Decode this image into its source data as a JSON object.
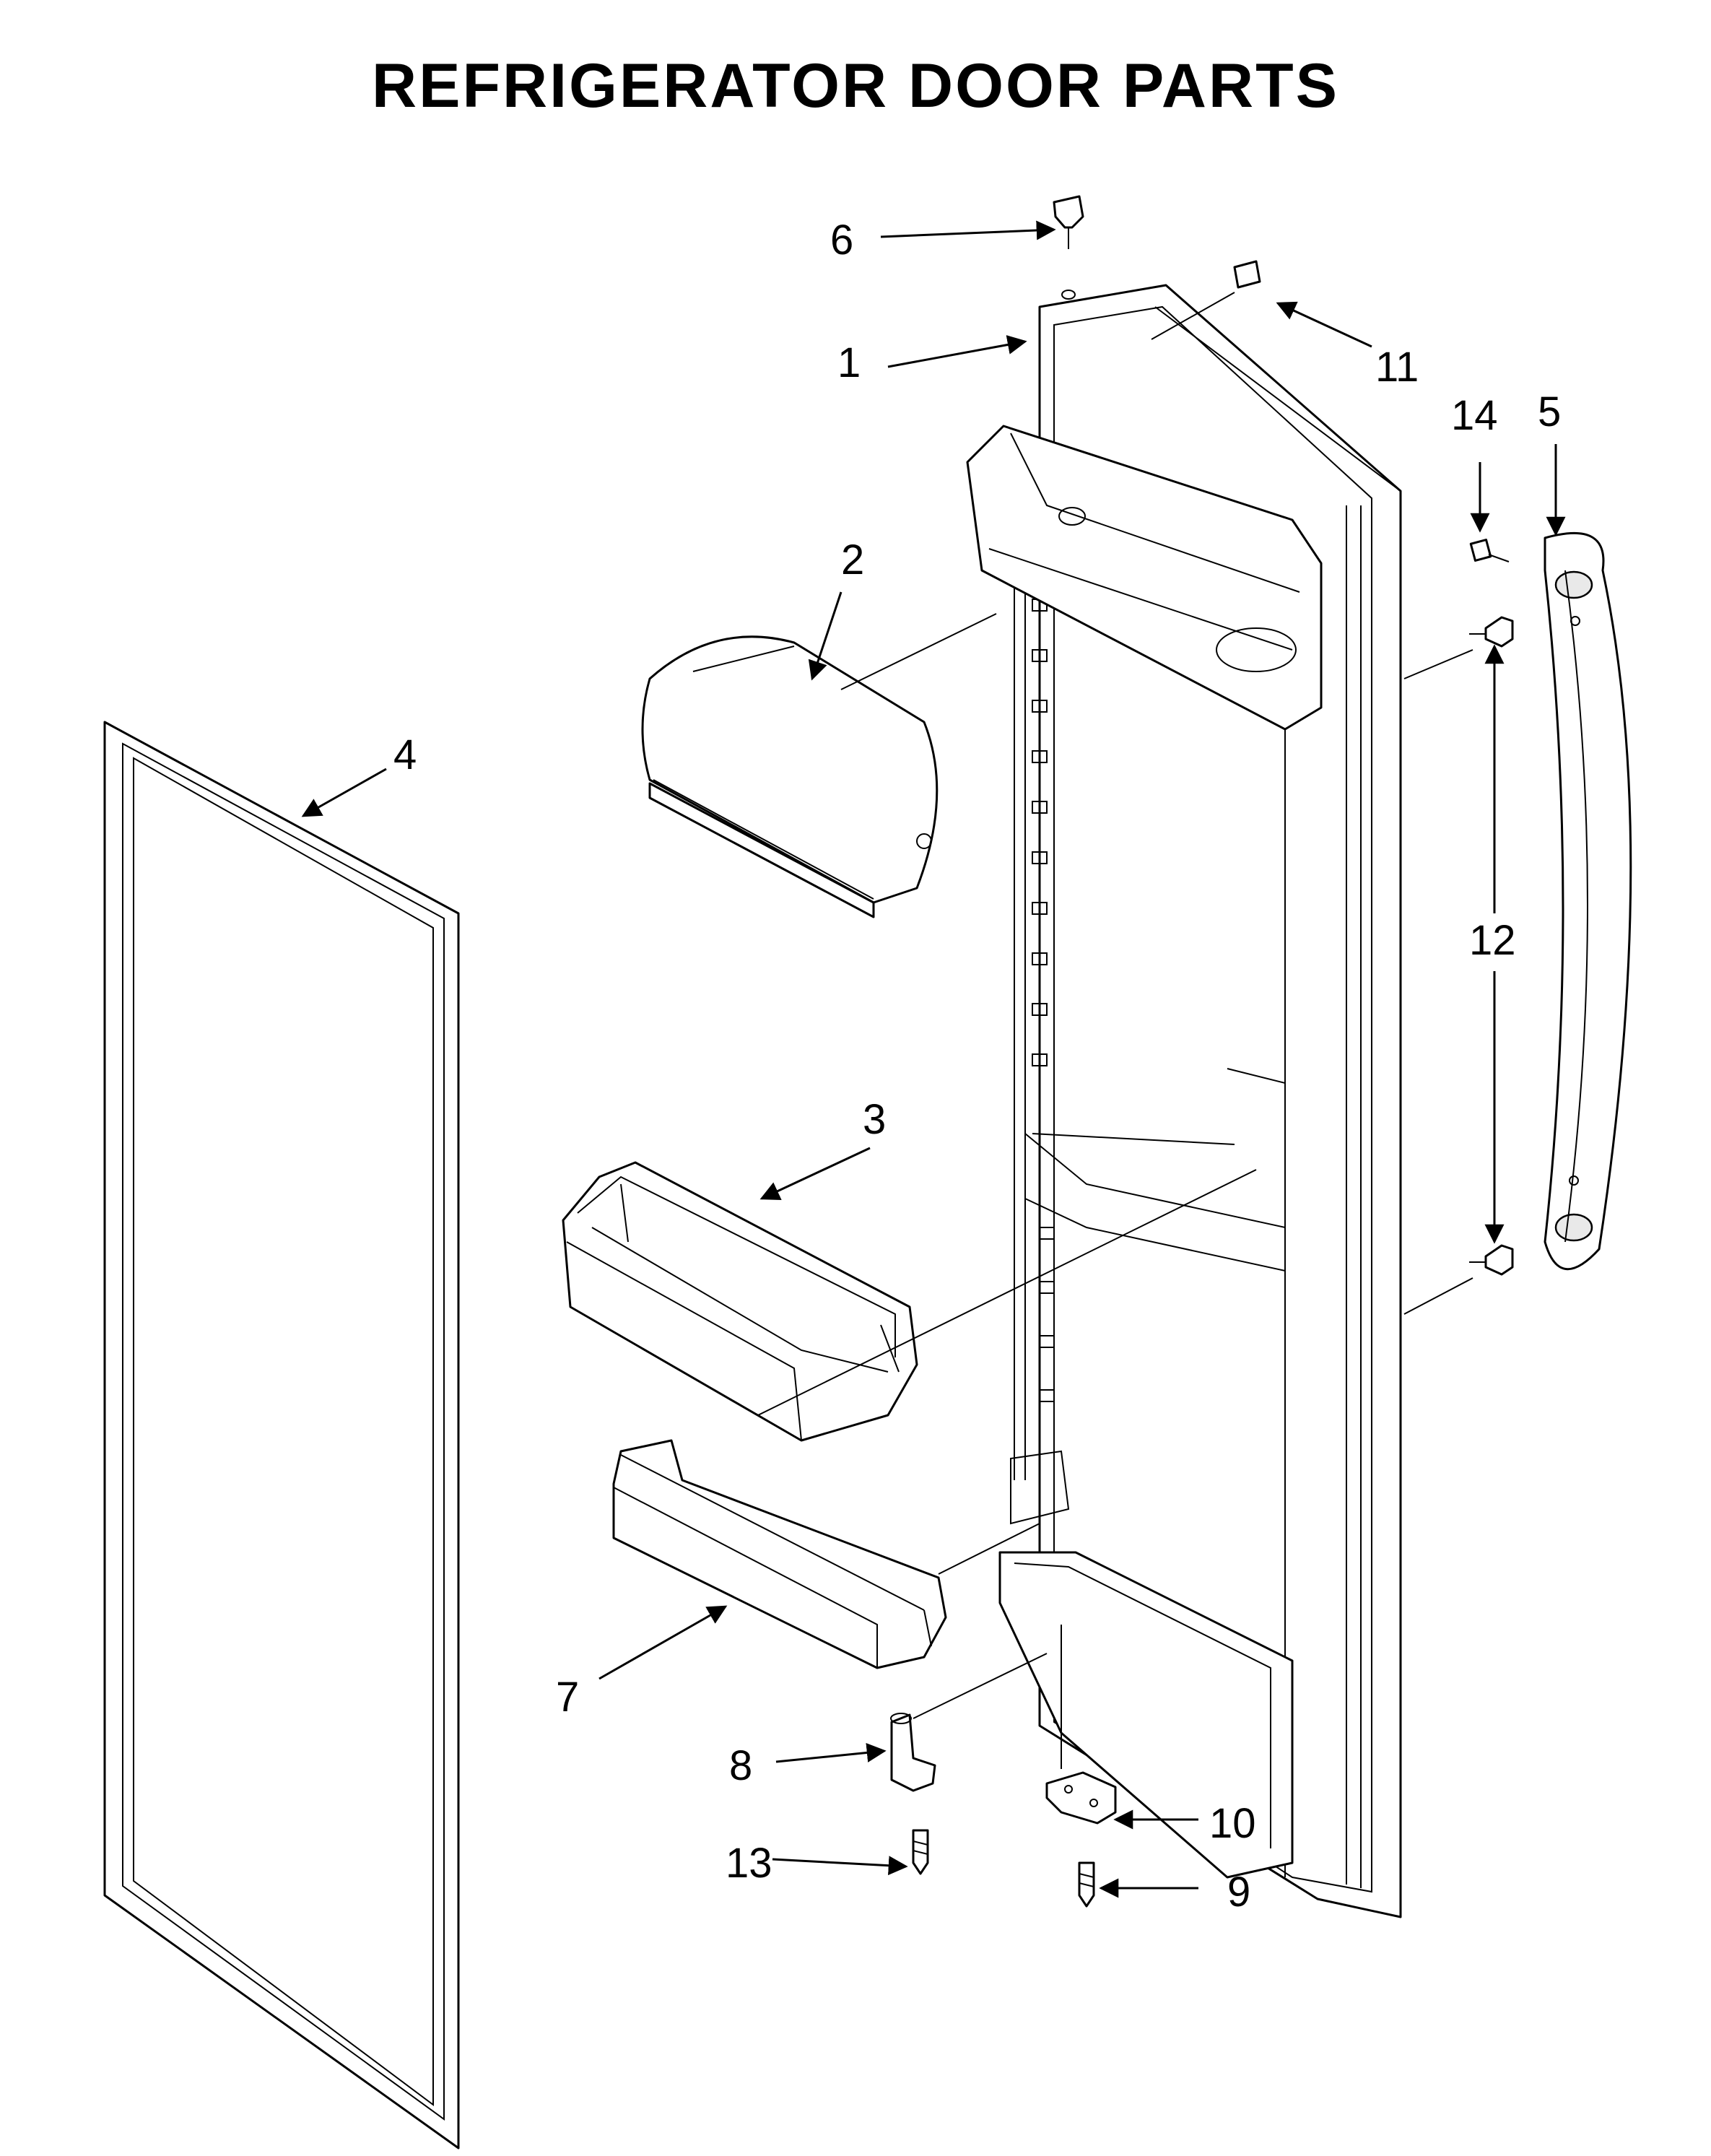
{
  "title": "REFRIGERATOR DOOR PARTS",
  "callouts": {
    "c1": "1",
    "c2": "2",
    "c3": "3",
    "c4": "4",
    "c5": "5",
    "c6": "6",
    "c7": "7",
    "c8": "8",
    "c9": "9",
    "c10": "10",
    "c11": "11",
    "c12": "12",
    "c13": "13",
    "c14": "14"
  },
  "colors": {
    "ink": "#000000",
    "background": "#ffffff",
    "shade": "#e9e9e9"
  }
}
